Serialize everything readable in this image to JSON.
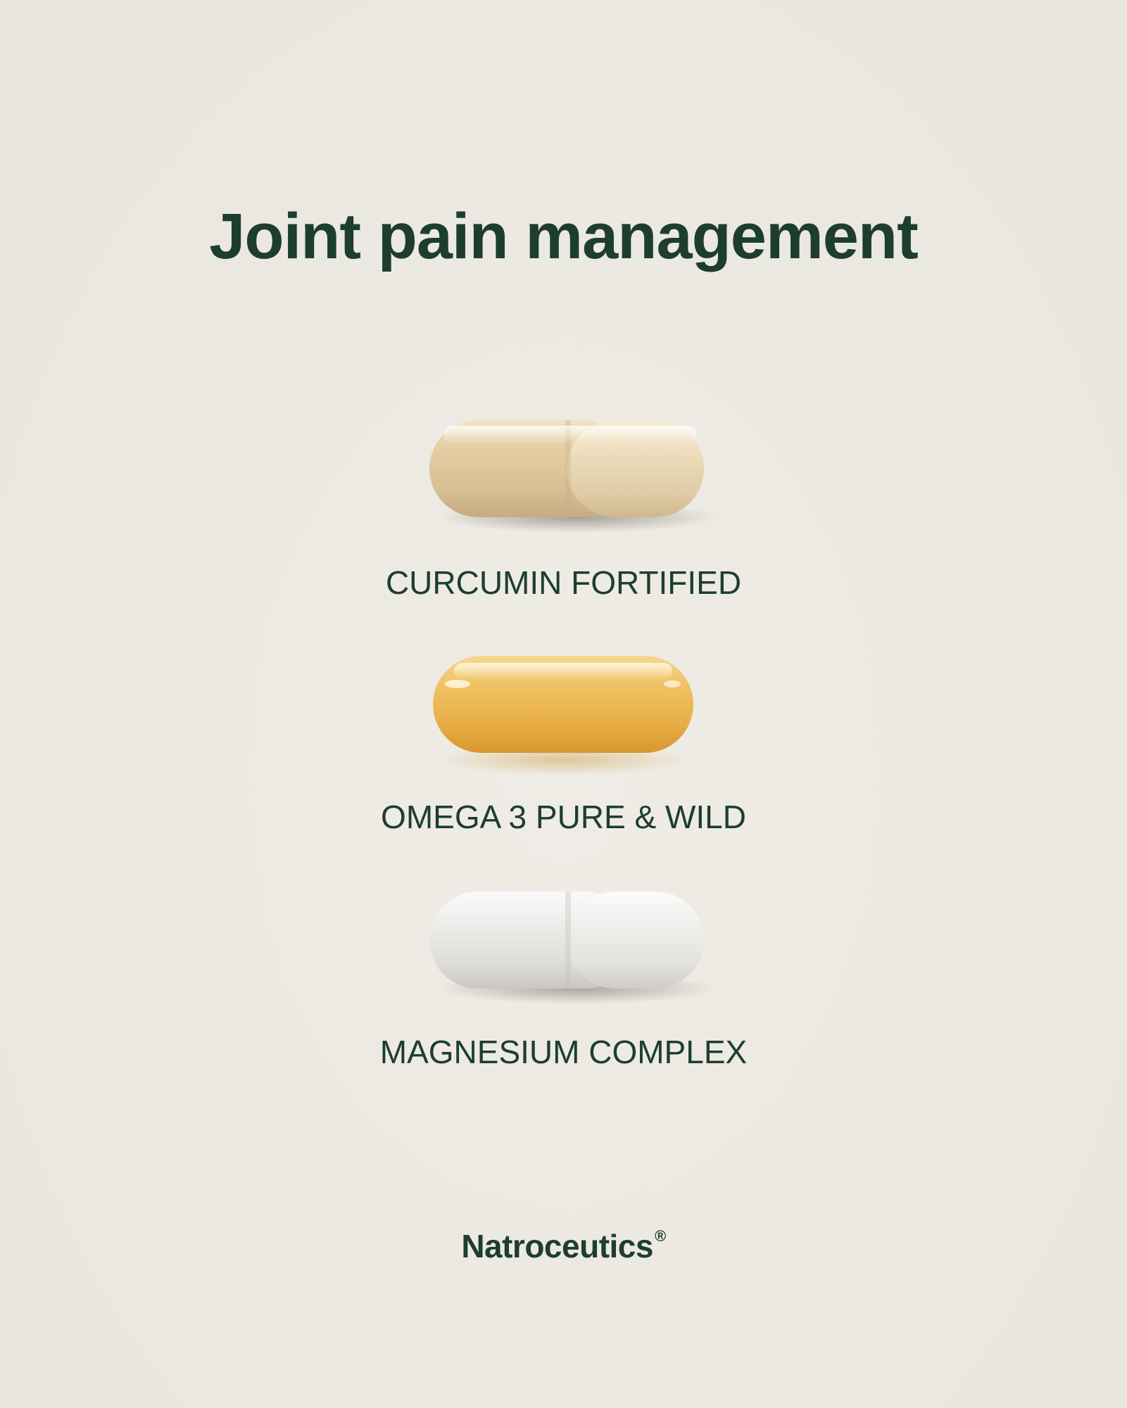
{
  "page": {
    "title": "Joint pain management",
    "background_color": "#ece9e2",
    "text_color": "#1d3e2c"
  },
  "products": [
    {
      "label": "CURCUMIN FORTIFIED",
      "capsule": "curcumin-capsule",
      "color": "#e2cfa8"
    },
    {
      "label": "OMEGA 3 PURE & WILD",
      "capsule": "softgel-capsule",
      "color": "#eebb55"
    },
    {
      "label": "MAGNESIUM COMPLEX",
      "capsule": "magnesium-capsule",
      "color": "#ecebe8"
    }
  ],
  "brand": {
    "name": "Natroceutics",
    "mark": "®"
  }
}
